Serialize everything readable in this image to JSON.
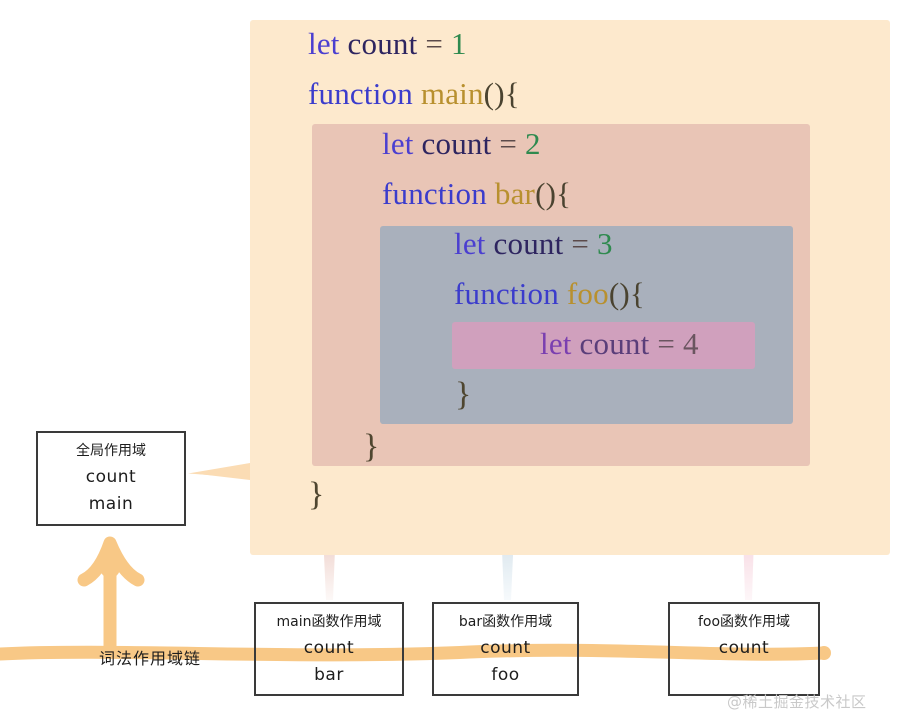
{
  "diagram": {
    "title": "JavaScript lexical scope chain diagram",
    "watermark": "@稀土掘金技术社区",
    "chain_label": "词法作用域链"
  },
  "colors": {
    "global_box": "#fde9cd",
    "main_box": "#e9c5b6",
    "bar_box": "#a9b0bc",
    "foo_box": "#d0a0bd",
    "keyword_let": "#4b3fd0",
    "keyword_function": "#3b3ccc",
    "identifier": "#2e2560",
    "function_name": "#b8902e",
    "number": "#2f8a4f",
    "arrow_orange": "#f7c278",
    "box_border": "#3a3a3a",
    "watermark": "#c9c9c9"
  },
  "code": {
    "lines": [
      {
        "keyword": "let",
        "ident": "count",
        "eq": "=",
        "value": "1",
        "level": 0
      },
      {
        "keyword": "function",
        "ident": "main",
        "eq": "",
        "value": "(){",
        "level": 0
      },
      {
        "keyword": "let",
        "ident": "count",
        "eq": "=",
        "value": "2",
        "level": 1
      },
      {
        "keyword": "function",
        "ident": "bar",
        "eq": "",
        "value": "(){",
        "level": 1
      },
      {
        "keyword": "let",
        "ident": "count",
        "eq": "=",
        "value": "3",
        "level": 2
      },
      {
        "keyword": "function",
        "ident": "foo",
        "eq": "",
        "value": "(){",
        "level": 2
      },
      {
        "keyword": "let",
        "ident": "count",
        "eq": "=",
        "value": "4",
        "level": 3
      }
    ],
    "closing_braces": [
      {
        "for": "foo",
        "glyph": "}"
      },
      {
        "for": "bar",
        "glyph": "}"
      },
      {
        "for": "main",
        "glyph": "}"
      }
    ]
  },
  "scopes": [
    {
      "id": "global",
      "title": "全局作用域",
      "vars": [
        "count",
        "main"
      ]
    },
    {
      "id": "main",
      "title": "main函数作用域",
      "vars": [
        "count",
        "bar"
      ]
    },
    {
      "id": "bar",
      "title": "bar函数作用域",
      "vars": [
        "count",
        "foo"
      ]
    },
    {
      "id": "foo",
      "title": "foo函数作用域",
      "vars": [
        "count"
      ]
    }
  ]
}
